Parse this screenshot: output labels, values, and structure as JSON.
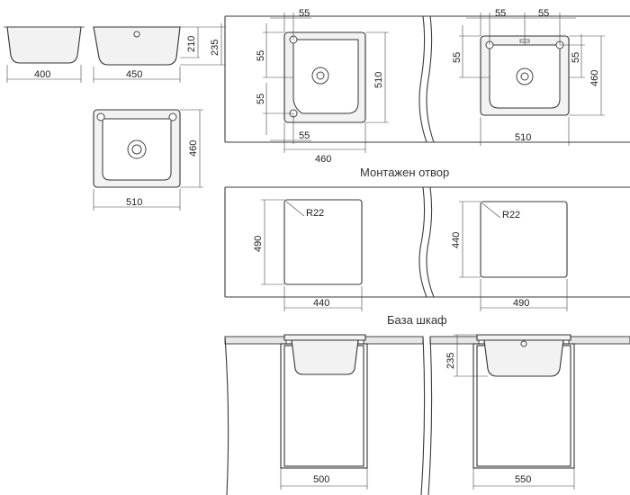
{
  "captions": {
    "cutout": "Монтажен отвор",
    "cabinet": "База шкаф"
  },
  "dims": {
    "d400": "400",
    "d450": "450",
    "d210": "210",
    "d235": "235",
    "d460": "460",
    "d510": "510",
    "d55": "55",
    "d490": "490",
    "d440": "440",
    "r22": "R22",
    "d500": "500",
    "d550": "550"
  }
}
